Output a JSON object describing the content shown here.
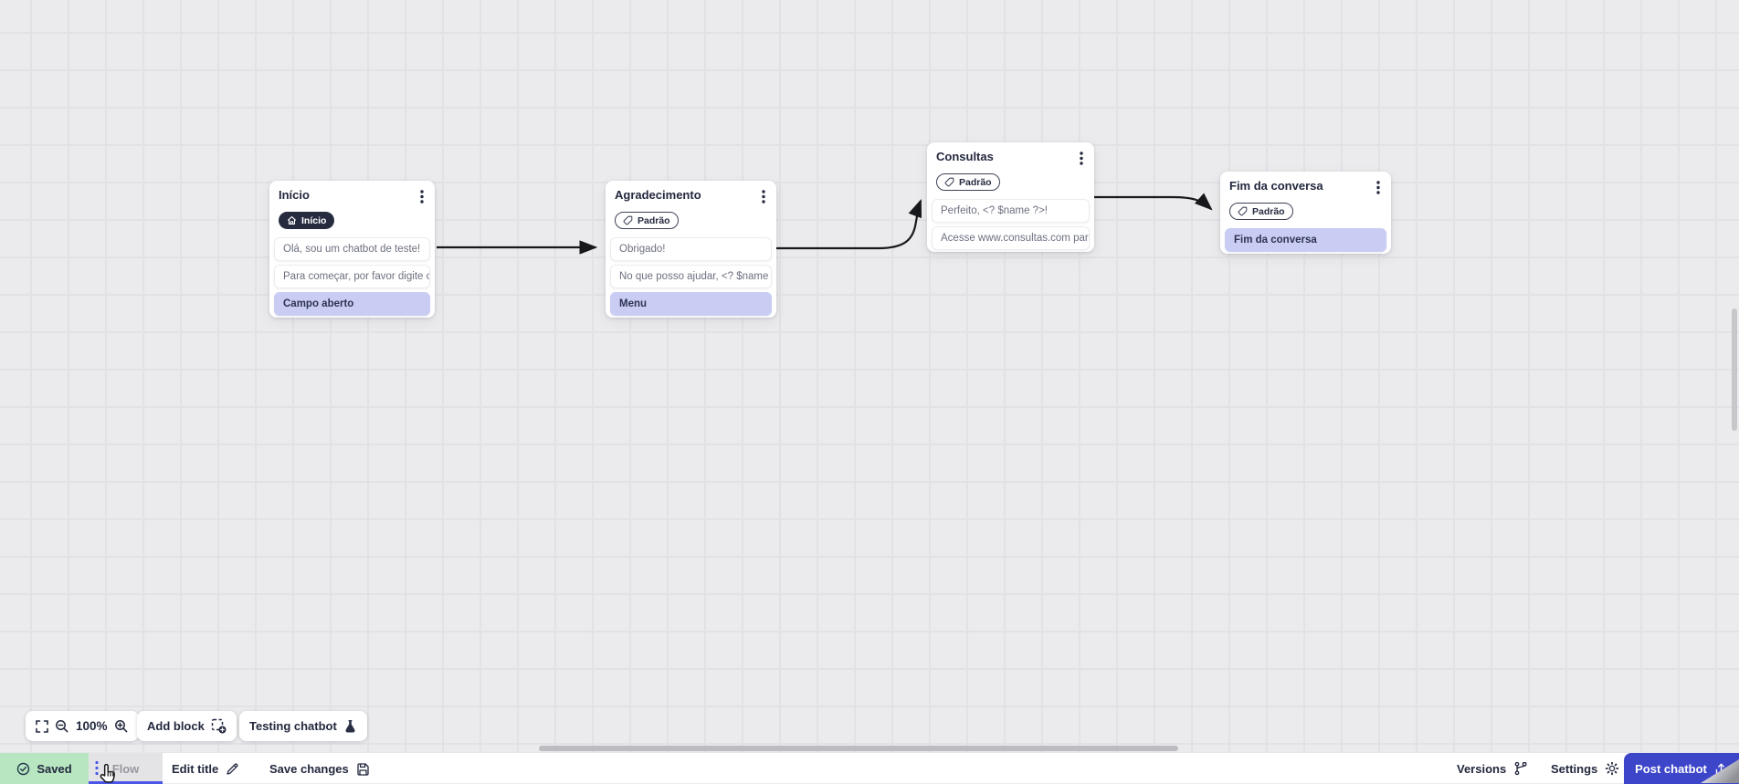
{
  "colors": {
    "accent_blue": "#3d46c9",
    "tab_underline": "#4c55e6",
    "highlight_row": "#c9cdf4",
    "saved_green": "#b7e6c1",
    "navy_text": "#23283e",
    "badge_dark_bg": "#262b40",
    "canvas_bg": "#ebebed",
    "connector": "#17181c"
  },
  "icons": {
    "home-icon": "house outline in start badge",
    "tag-icon": "label tag outline in Padrão badges",
    "kebab-icon": "vertical three dots menu",
    "fullscreen-icon": "corner brackets",
    "zoom-out-icon": "magnifier with minus",
    "zoom-in-icon": "magnifier with plus",
    "add-block-icon": "dashed square with plus circle",
    "flask-icon": "test flask",
    "check-circle-icon": "circled checkmark",
    "pencil-icon": "edit pencil",
    "floppy-icon": "save disk",
    "branch-icon": "versions git branch",
    "gear-icon": "settings gear",
    "upload-icon": "publish upload tray",
    "hand-cursor": "mouse hand pointer"
  },
  "flow": {
    "nodes": [
      {
        "title": "Início",
        "badge": "Início",
        "rows": [
          "Olá, sou um chatbot de teste!",
          "Para começar, por favor digite o ...",
          "Campo aberto"
        ]
      },
      {
        "title": "Agradecimento",
        "badge": "Padrão",
        "rows": [
          "Obrigado!",
          "No que posso ajudar, <? $name ...",
          "Menu"
        ]
      },
      {
        "title": "Consultas",
        "badge": "Padrão",
        "rows": [
          "Perfeito, <? $name ?>!",
          "Acesse www.consultas.com par..."
        ]
      },
      {
        "title": "Fim da conversa",
        "badge": "Padrão",
        "rows": [
          "Fim da conversa"
        ]
      }
    ]
  },
  "toolbar": {
    "zoom_level": "100%",
    "add_block": "Add block",
    "testing_chatbot": "Testing chatbot"
  },
  "bottombar": {
    "saved": "Saved",
    "flow_tab": "Flow",
    "edit_title": "Edit title",
    "save_changes": "Save changes",
    "versions": "Versions",
    "settings": "Settings",
    "post_chatbot": "Post chatbot"
  }
}
